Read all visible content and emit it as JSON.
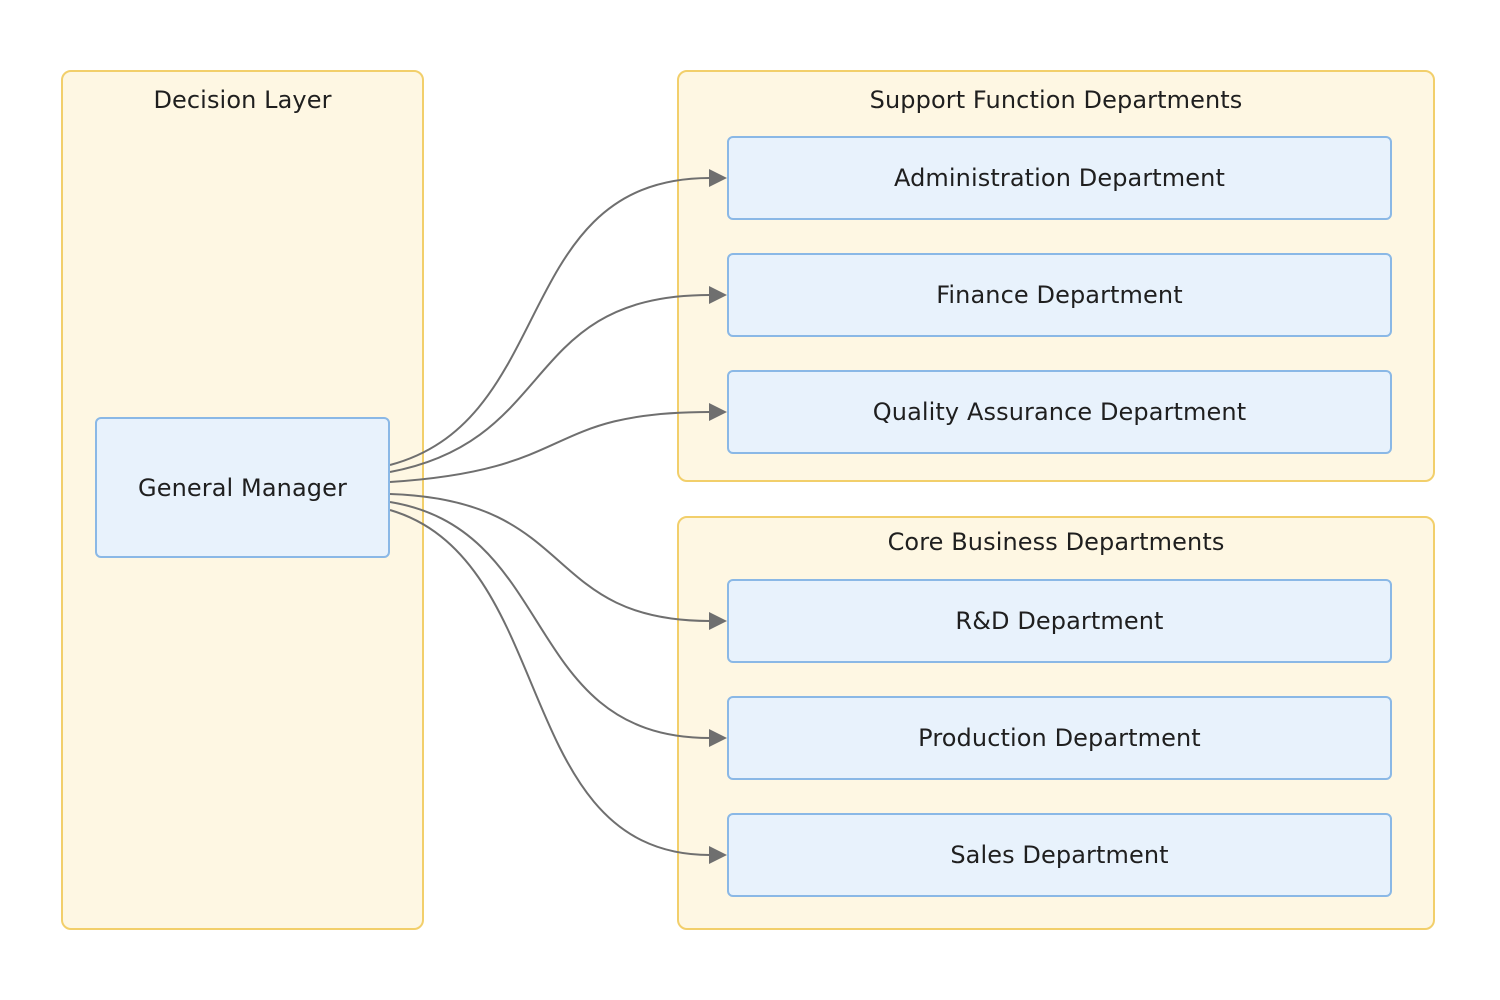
{
  "groups": {
    "decision": {
      "title": "Decision Layer"
    },
    "support": {
      "title": "Support Function Departments"
    },
    "core": {
      "title": "Core Business Departments"
    }
  },
  "nodes": {
    "general_manager": "General Manager",
    "administration": "Administration Department",
    "finance": "Finance Department",
    "quality_assurance": "Quality Assurance Department",
    "rnd": "R&D Department",
    "production": "Production Department",
    "sales": "Sales Department"
  },
  "edges": [
    {
      "from": "general_manager",
      "to": "administration"
    },
    {
      "from": "general_manager",
      "to": "finance"
    },
    {
      "from": "general_manager",
      "to": "quality_assurance"
    },
    {
      "from": "general_manager",
      "to": "rnd"
    },
    {
      "from": "general_manager",
      "to": "production"
    },
    {
      "from": "general_manager",
      "to": "sales"
    }
  ],
  "colors": {
    "group_fill": "#fef7e3",
    "group_border": "#f2cf6b",
    "node_fill": "#e8f2fc",
    "node_border": "#8ab8e6",
    "edge": "#6f6f6f"
  }
}
